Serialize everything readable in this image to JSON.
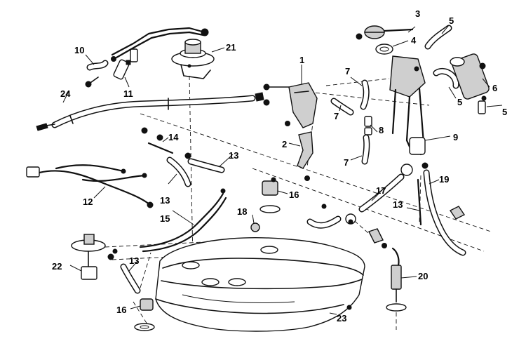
{
  "callouts": {
    "c1": "1",
    "c2": "2",
    "c3": "3",
    "c4": "4",
    "c5a": "5",
    "c5b": "5",
    "c5c": "5",
    "c6": "6",
    "c7a": "7",
    "c7b": "7",
    "c7c": "7",
    "c8": "8",
    "c9": "9",
    "c10": "10",
    "c11": "11",
    "c12": "12",
    "c13a": "13",
    "c13b": "13",
    "c13c": "13",
    "c13d": "13",
    "c14": "14",
    "c15": "15",
    "c16a": "16",
    "c16b": "16",
    "c17": "17",
    "c18": "18",
    "c19": "19",
    "c20": "20",
    "c21": "21",
    "c22": "22",
    "c23": "23",
    "c24": "24"
  }
}
